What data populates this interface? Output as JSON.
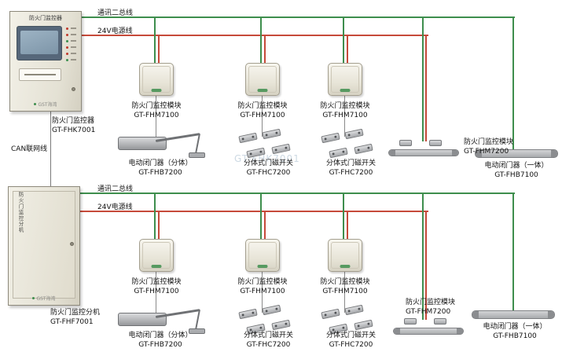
{
  "watermark": "GT-FHK7001",
  "colors": {
    "comm": "#3e8e4d",
    "power": "#c64a3a"
  },
  "can_label": "CAN联网线",
  "cabinet_main": {
    "plate": "防火门监控器",
    "brand": "GST海湾",
    "caption1": "防火门监控器",
    "caption2": "GT-FHK7001"
  },
  "cabinet_sub": {
    "plate": "防火门监控分机",
    "brand": "GST海湾",
    "caption1": "防火门监控分机",
    "caption2": "GT-FHF7001"
  },
  "halves": [
    {
      "comm_label": "通讯二总线",
      "power_label": "24V电源线",
      "modules": [
        {
          "name": "防火门监控模块",
          "model": "GT-FHM7100"
        },
        {
          "name": "防火门监控模块",
          "model": "GT-FHM7100"
        },
        {
          "name": "防火门监控模块",
          "model": "GT-FHM7100"
        }
      ],
      "devices": [
        {
          "name": "电动闭门器（分体）",
          "model": "GT-FHB7200"
        },
        {
          "name": "分体式门磁开关",
          "model": "GT-FHC7200"
        },
        {
          "name": "分体式门磁开关",
          "model": "GT-FHC7200"
        },
        {
          "name": "防火门监控模块",
          "model": "GT-FHM7200"
        },
        {
          "name": "电动闭门器（一体）",
          "model": "GT-FHB7100"
        }
      ]
    },
    {
      "comm_label": "通讯二总线",
      "power_label": "24V电源线",
      "modules": [
        {
          "name": "防火门监控模块",
          "model": "GT-FHM7100"
        },
        {
          "name": "防火门监控模块",
          "model": "GT-FHM7100"
        },
        {
          "name": "防火门监控模块",
          "model": "GT-FHM7100"
        }
      ],
      "devices": [
        {
          "name": "电动闭门器（分体）",
          "model": "GT-FHB7200"
        },
        {
          "name": "分体式门磁开关",
          "model": "GT-FHC7200"
        },
        {
          "name": "分体式门磁开关",
          "model": "GT-FHC7200"
        },
        {
          "name": "防火门监控模块",
          "model": "GT-FHM7200"
        },
        {
          "name": "电动闭门器（一体）",
          "model": "GT-FHB7100"
        }
      ]
    }
  ]
}
